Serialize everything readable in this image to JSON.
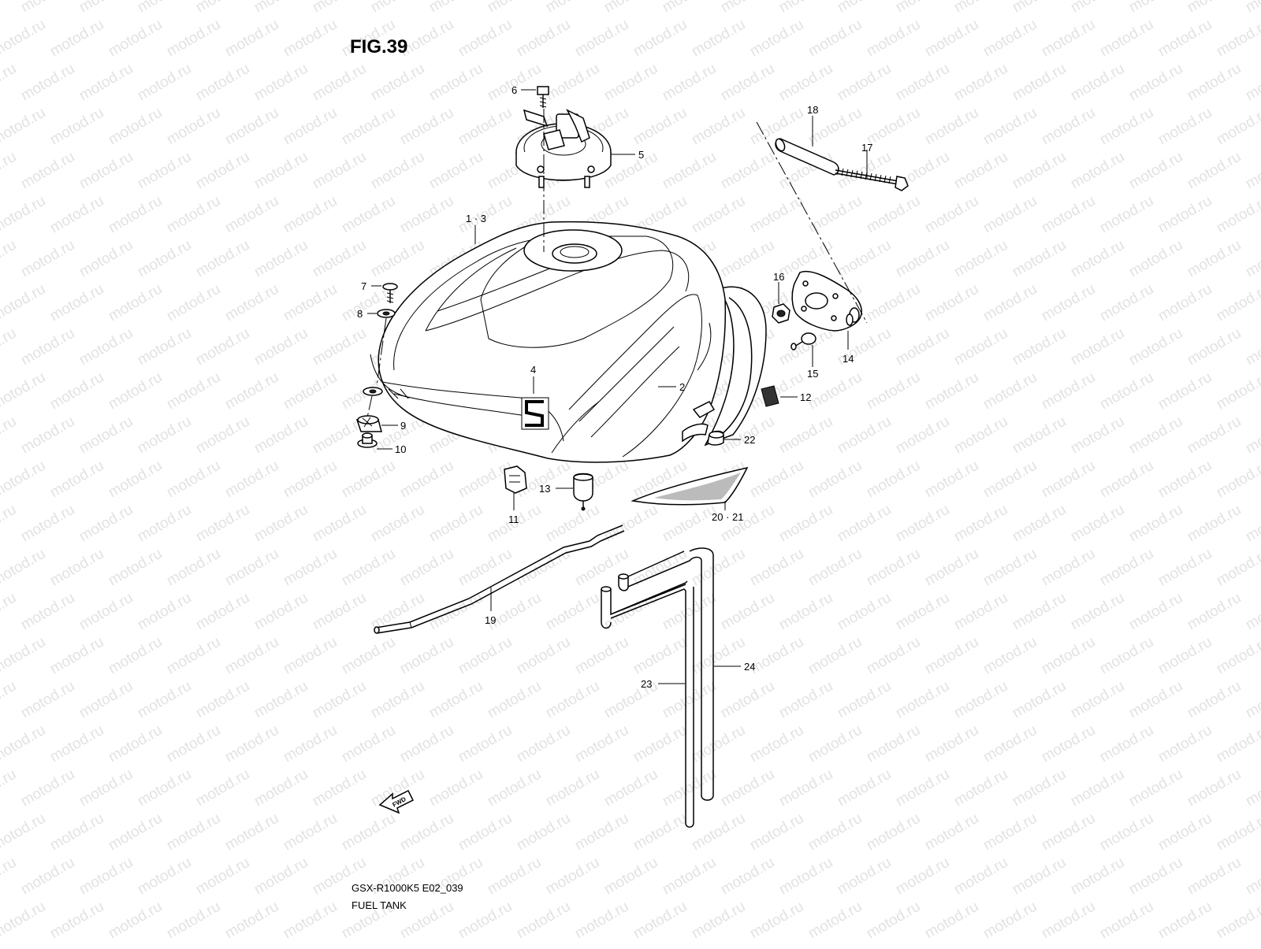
{
  "figure_title": "FIG.39",
  "model_code": "GSX-R1000K5 E02_039",
  "section_name": "FUEL TANK",
  "fwd_marker": "FWD",
  "watermark_text": "motod.ru",
  "callouts": [
    {
      "id": "6",
      "text": "6"
    },
    {
      "id": "5",
      "text": "5"
    },
    {
      "id": "1_3",
      "text": "1 · 3"
    },
    {
      "id": "7",
      "text": "7"
    },
    {
      "id": "8",
      "text": "8"
    },
    {
      "id": "4",
      "text": "4"
    },
    {
      "id": "2",
      "text": "2"
    },
    {
      "id": "9",
      "text": "9"
    },
    {
      "id": "10",
      "text": "10"
    },
    {
      "id": "11",
      "text": "11"
    },
    {
      "id": "13",
      "text": "13"
    },
    {
      "id": "12",
      "text": "12"
    },
    {
      "id": "22",
      "text": "22"
    },
    {
      "id": "20_21",
      "text": "20 · 21"
    },
    {
      "id": "18",
      "text": "18"
    },
    {
      "id": "17",
      "text": "17"
    },
    {
      "id": "16",
      "text": "16"
    },
    {
      "id": "15",
      "text": "15"
    },
    {
      "id": "14",
      "text": "14"
    },
    {
      "id": "19",
      "text": "19"
    },
    {
      "id": "23",
      "text": "23"
    },
    {
      "id": "24",
      "text": "24"
    }
  ]
}
